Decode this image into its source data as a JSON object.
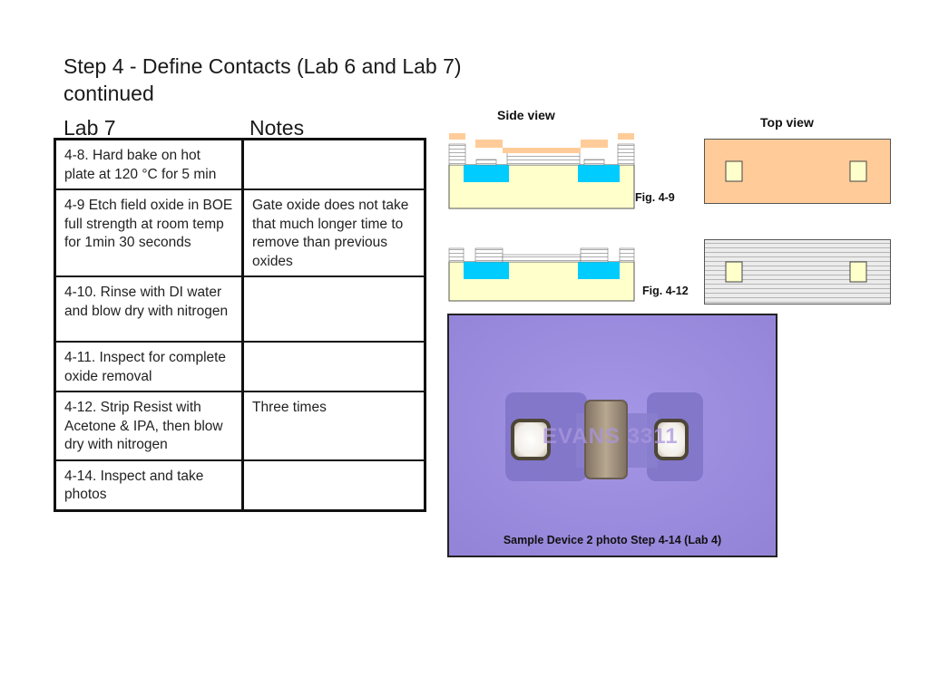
{
  "page": {
    "title": "Step 4 - Define Contacts (Lab 6 and Lab 7) continued",
    "column_lab": "Lab 7",
    "column_notes": "Notes"
  },
  "table": {
    "rows": [
      {
        "step": "4-8. Hard bake on hot plate at 120 °C for 5 min",
        "note": ""
      },
      {
        "step": "4-9 Etch field oxide in BOE full strength at room temp for 1min 30 seconds",
        "note": "Gate oxide does not take that much longer time to remove than previous oxides"
      },
      {
        "step": "4-10. Rinse with DI water and blow dry with nitrogen",
        "note": ""
      },
      {
        "step": "4-11. Inspect for complete oxide removal",
        "note": ""
      },
      {
        "step": "4-12. Strip Resist with Acetone & IPA, then blow dry with nitrogen",
        "note": "Three times"
      },
      {
        "step": "4-14.  Inspect and take photos",
        "note": ""
      }
    ]
  },
  "figures": {
    "side_view_label": "Side view",
    "top_view_label": "Top view",
    "fig_4_9": "Fig. 4-9",
    "fig_4_12": "Fig. 4-12",
    "colors": {
      "substrate": "#ffffcc",
      "diffusion": "#00ccff",
      "resist": "#ffcc99",
      "oxide_stripes": "#bfbfbf"
    }
  },
  "photo": {
    "caption": "Sample Device 2 photo Step 4-14 (Lab 4)",
    "watermark": "EVANS 3311"
  }
}
